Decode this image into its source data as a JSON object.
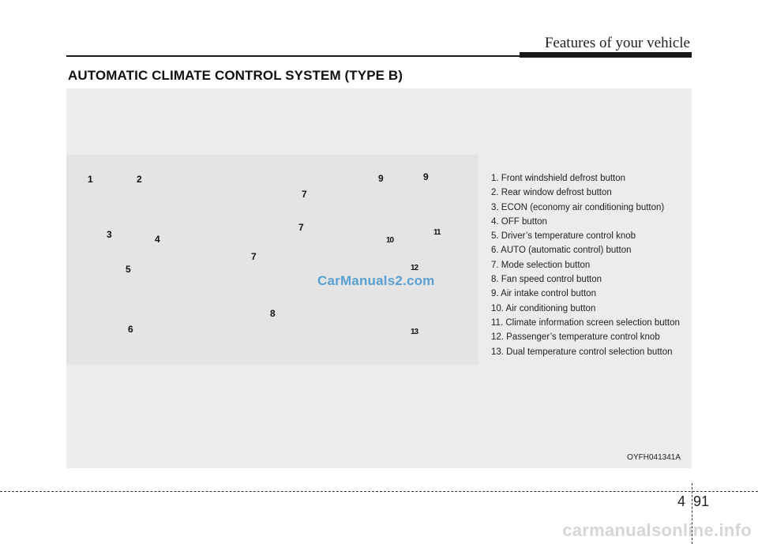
{
  "header": {
    "section_title": "Features of your vehicle"
  },
  "page": {
    "title": "AUTOMATIC CLIMATE CONTROL SYSTEM (TYPE B)"
  },
  "figure": {
    "callouts": [
      "1",
      "2",
      "3",
      "4",
      "5",
      "6",
      "7",
      "7",
      "7",
      "8",
      "9",
      "9",
      "10",
      "11",
      "12",
      "13"
    ],
    "legend": [
      "1. Front windshield defrost button",
      "2. Rear window defrost button",
      "3. ECON (economy air conditioning button)",
      "4. OFF button",
      "5. Driver’s temperature control knob",
      "6. AUTO (automatic control) button",
      "7. Mode selection button",
      "8. Fan speed control button",
      "9. Air intake control button",
      "10. Air conditioning button",
      "11. Climate information screen selection button",
      "12. Passenger’s temperature control knob",
      "13. Dual temperature control selection button"
    ],
    "image_code": "OYFH041341A",
    "watermark": "CarManuals2.com"
  },
  "footer": {
    "chapter": "4",
    "page": "91",
    "site_watermark": "carmanualsonline.info"
  }
}
